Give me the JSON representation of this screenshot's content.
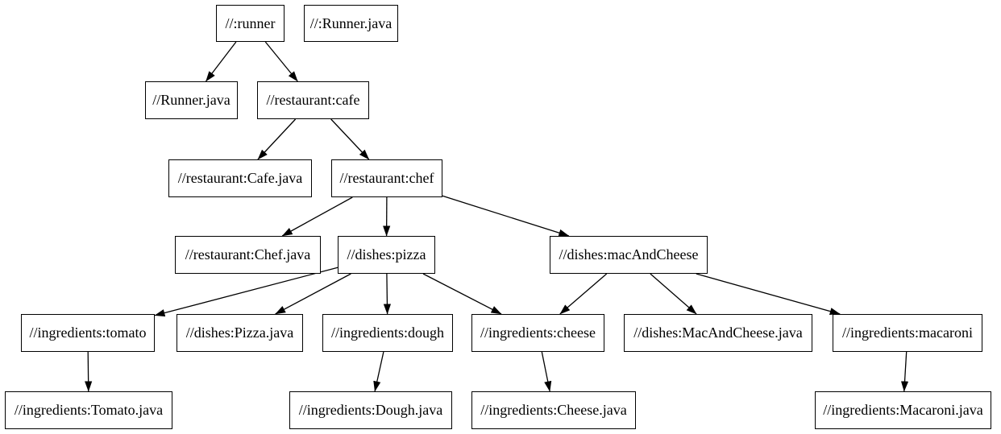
{
  "diagram": {
    "kind": "build-dependency-graph",
    "background_color": "#ffffff",
    "node_border_color": "#000000",
    "node_fill_color": "#ffffff",
    "text_color": "#000000",
    "edge_color": "#000000"
  },
  "nodes": [
    {
      "id": "runner",
      "label": "//:runner"
    },
    {
      "id": "runner-java-file",
      "label": "//:Runner.java"
    },
    {
      "id": "runner-java",
      "label": "//Runner.java"
    },
    {
      "id": "cafe",
      "label": "//restaurant:cafe"
    },
    {
      "id": "cafe-java",
      "label": "//restaurant:Cafe.java"
    },
    {
      "id": "chef",
      "label": "//restaurant:chef"
    },
    {
      "id": "chef-java",
      "label": "//restaurant:Chef.java"
    },
    {
      "id": "pizza",
      "label": "//dishes:pizza"
    },
    {
      "id": "macandcheese",
      "label": "//dishes:macAndCheese"
    },
    {
      "id": "tomato",
      "label": "//ingredients:tomato"
    },
    {
      "id": "pizza-java",
      "label": "//dishes:Pizza.java"
    },
    {
      "id": "dough",
      "label": "//ingredients:dough"
    },
    {
      "id": "cheese",
      "label": "//ingredients:cheese"
    },
    {
      "id": "macandcheese-java",
      "label": "//dishes:MacAndCheese.java"
    },
    {
      "id": "macaroni",
      "label": "//ingredients:macaroni"
    },
    {
      "id": "tomato-java",
      "label": "//ingredients:Tomato.java"
    },
    {
      "id": "dough-java",
      "label": "//ingredients:Dough.java"
    },
    {
      "id": "cheese-java",
      "label": "//ingredients:Cheese.java"
    },
    {
      "id": "macaroni-java",
      "label": "//ingredients:Macaroni.java"
    }
  ],
  "edges": [
    {
      "from": "runner",
      "to": "runner-java"
    },
    {
      "from": "runner",
      "to": "cafe"
    },
    {
      "from": "cafe",
      "to": "cafe-java"
    },
    {
      "from": "cafe",
      "to": "chef"
    },
    {
      "from": "chef",
      "to": "chef-java"
    },
    {
      "from": "chef",
      "to": "pizza"
    },
    {
      "from": "chef",
      "to": "macandcheese"
    },
    {
      "from": "pizza",
      "to": "tomato"
    },
    {
      "from": "pizza",
      "to": "pizza-java"
    },
    {
      "from": "pizza",
      "to": "dough"
    },
    {
      "from": "pizza",
      "to": "cheese"
    },
    {
      "from": "macandcheese",
      "to": "cheese"
    },
    {
      "from": "macandcheese",
      "to": "macandcheese-java"
    },
    {
      "from": "macandcheese",
      "to": "macaroni"
    },
    {
      "from": "tomato",
      "to": "tomato-java"
    },
    {
      "from": "dough",
      "to": "dough-java"
    },
    {
      "from": "cheese",
      "to": "cheese-java"
    },
    {
      "from": "macaroni",
      "to": "macaroni-java"
    }
  ]
}
